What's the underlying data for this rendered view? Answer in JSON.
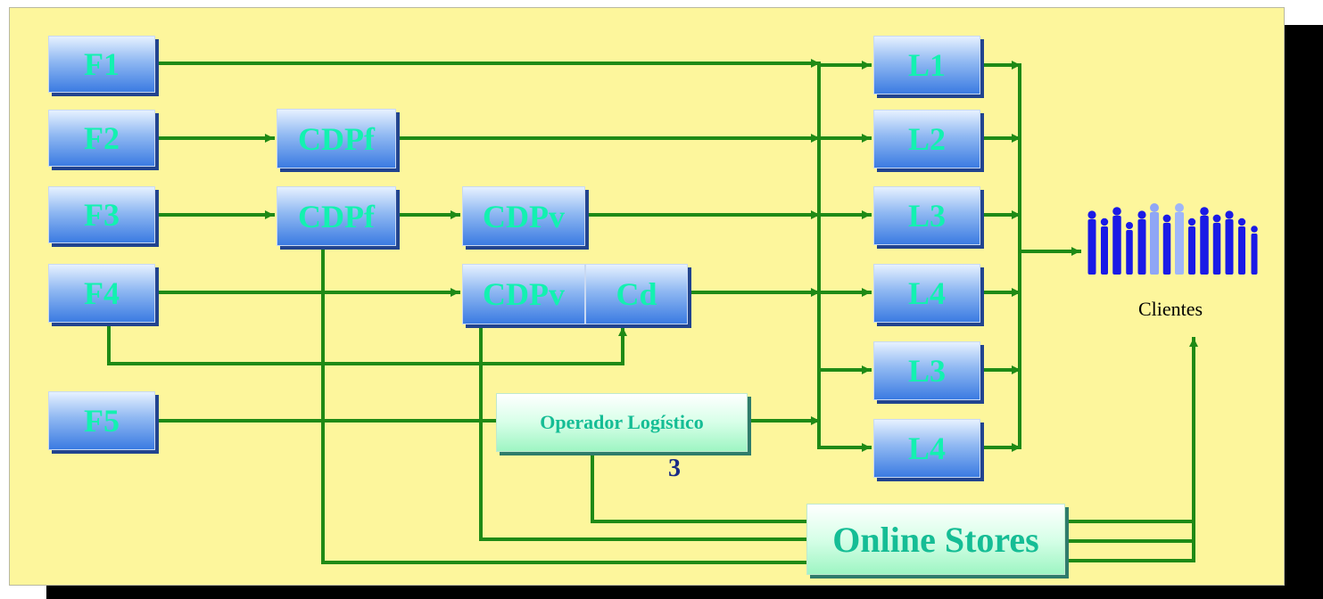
{
  "nodes": {
    "f1": "F1",
    "f2": "F2",
    "f3": "F3",
    "f4": "F4",
    "f5": "F5",
    "cdpf_top": "CDPf",
    "cdpf_bottom": "CDPf",
    "cdpv_top": "CDPv",
    "cdpv_bottom": "CDPv",
    "cd": "Cd",
    "l1": "L1",
    "l2": "L2",
    "l3_top": "L3",
    "l4_top": "L4",
    "l3_bottom": "L3",
    "l4_bottom": "L4",
    "operador": "Operador Logístico",
    "online_stores": "Online Stores"
  },
  "clientes_label": "Clientes",
  "operador_number": "3",
  "colors": {
    "background": "#fdf69c",
    "connector": "#1f8a16",
    "box_text": "#13f1b0",
    "people": "#1a1ae6"
  },
  "icons": {
    "clientes": "people-crowd-icon"
  }
}
